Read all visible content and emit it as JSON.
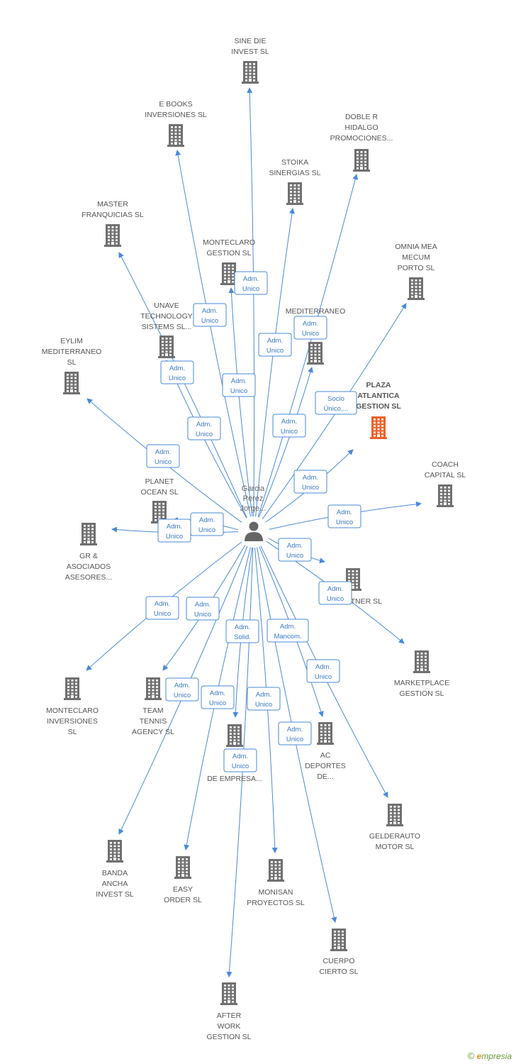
{
  "colors": {
    "edge": "#4a8ad6",
    "node": "#707070",
    "highlight": "#f0602a",
    "role_border": "#4a8ad6",
    "role_text": "#3a78c4",
    "label": "#555555"
  },
  "center": {
    "label_lines": [
      "Garcia",
      "Perez",
      "Jorge..."
    ],
    "icon": "person-icon"
  },
  "nodes": [
    {
      "id": "sine-die",
      "lines": [
        "SINE DIE",
        "INVEST SL"
      ],
      "highlight": false
    },
    {
      "id": "e-books",
      "lines": [
        "E BOOKS",
        "INVERSIONES SL"
      ],
      "highlight": false
    },
    {
      "id": "doble-r",
      "lines": [
        "DOBLE R",
        "HIDALGO",
        "PROMOCIONES..."
      ],
      "highlight": false
    },
    {
      "id": "stoika",
      "lines": [
        "STOIKA",
        "SINERGIAS SL"
      ],
      "highlight": false
    },
    {
      "id": "master",
      "lines": [
        "MASTER",
        "FRANQUICIAS SL"
      ],
      "highlight": false
    },
    {
      "id": "monteclaro-gestion",
      "lines": [
        "MONTECLARO",
        "GESTION  SL"
      ],
      "highlight": false
    },
    {
      "id": "omnia",
      "lines": [
        "OMNIA MEA",
        "MECUM",
        "PORTO SL"
      ],
      "highlight": false
    },
    {
      "id": "unave",
      "lines": [
        "UNAVE",
        "TECHNOLOGY",
        "SISTEMS SL..."
      ],
      "highlight": false
    },
    {
      "id": "mediterraneo",
      "lines": [
        "MEDITERRANEO",
        "...",
        "...L"
      ],
      "highlight": false
    },
    {
      "id": "eylim",
      "lines": [
        "EYLIM",
        "MEDITERRANEO",
        "SL"
      ],
      "highlight": false
    },
    {
      "id": "plaza",
      "lines": [
        "PLAZA",
        "ATLANTICA",
        "GESTION  SL"
      ],
      "highlight": true
    },
    {
      "id": "coach",
      "lines": [
        "COACH",
        "CAPITAL  SL"
      ],
      "highlight": false
    },
    {
      "id": "planet",
      "lines": [
        "PLANET",
        "OCEAN SL"
      ],
      "highlight": false
    },
    {
      "id": "gr",
      "lines": [
        "GR &",
        "ASOCIADOS",
        "ASESORES..."
      ],
      "highlight": false
    },
    {
      "id": "t-partner",
      "lines": [
        "T... PARTNER SL"
      ],
      "highlight": false
    },
    {
      "id": "marketplace",
      "lines": [
        "MARKETPLACE",
        "GESTION SL"
      ],
      "highlight": false
    },
    {
      "id": "monteclaro-inv",
      "lines": [
        "MONTECLARO",
        "INVERSIONES",
        "SL"
      ],
      "highlight": false
    },
    {
      "id": "team",
      "lines": [
        "TEAM",
        "TENNIS",
        "AGENCY  SL"
      ],
      "highlight": false
    },
    {
      "id": "ga",
      "lines": [
        "GA...",
        "AS...",
        "DE EMPRESA..."
      ],
      "highlight": false
    },
    {
      "id": "ac",
      "lines": [
        "AC",
        "DEPORTES",
        "DE..."
      ],
      "highlight": false
    },
    {
      "id": "gelder",
      "lines": [
        "GELDERAUTO",
        "MOTOR SL"
      ],
      "highlight": false
    },
    {
      "id": "banda",
      "lines": [
        "BANDA",
        "ANCHA",
        "INVEST SL"
      ],
      "highlight": false
    },
    {
      "id": "easy",
      "lines": [
        "EASY",
        "ORDER SL"
      ],
      "highlight": false
    },
    {
      "id": "monisan",
      "lines": [
        "MONISAN",
        "PROYECTOS SL"
      ],
      "highlight": false
    },
    {
      "id": "cuerpo",
      "lines": [
        "CUERPO",
        "CIERTO SL"
      ],
      "highlight": false
    },
    {
      "id": "after",
      "lines": [
        "AFTER",
        "WORK",
        "GESTION SL"
      ],
      "highlight": false
    }
  ],
  "roles": [
    {
      "target": "sine-die",
      "lines": [
        "Adm.",
        "Unico"
      ]
    },
    {
      "target": "e-books",
      "lines": [
        "Adm.",
        "Unico"
      ]
    },
    {
      "target": "doble-r",
      "lines": [
        "Adm.",
        "Unico"
      ]
    },
    {
      "target": "stoika",
      "lines": [
        "Adm.",
        "Unico"
      ]
    },
    {
      "target": "master",
      "lines": [
        "Adm.",
        "Unico"
      ]
    },
    {
      "target": "monteclaro-gestion",
      "lines": [
        "Adm.",
        "Unico"
      ]
    },
    {
      "target": "omnia",
      "lines": [
        "Adm.",
        "Unico"
      ]
    },
    {
      "target": "unave",
      "lines": [
        "Adm.",
        "Unico"
      ]
    },
    {
      "target": "mediterraneo",
      "lines": [
        "Adm.",
        "Unico"
      ]
    },
    {
      "target": "eylim",
      "lines": [
        "Adm.",
        "Unico"
      ]
    },
    {
      "target": "plaza",
      "lines": [
        "Socio",
        "Único,..."
      ]
    },
    {
      "target": "plaza",
      "lines": [
        "Adm.",
        "Unico"
      ]
    },
    {
      "target": "coach",
      "lines": [
        "Adm.",
        "Unico"
      ]
    },
    {
      "target": "planet",
      "lines": [
        "Adm.",
        "Unico"
      ]
    },
    {
      "target": "gr",
      "lines": [
        "Adm.",
        "Unico"
      ]
    },
    {
      "target": "t-partner",
      "lines": [
        "Adm.",
        "Unico"
      ]
    },
    {
      "target": "marketplace",
      "lines": [
        "Adm.",
        "Unico"
      ]
    },
    {
      "target": "monteclaro-inv",
      "lines": [
        "Adm.",
        "Unico"
      ]
    },
    {
      "target": "team",
      "lines": [
        "Adm.",
        "Unico"
      ]
    },
    {
      "target": "ga",
      "lines": [
        "Adm.",
        "Solid."
      ]
    },
    {
      "target": "ac",
      "lines": [
        "Adm.",
        "Mancom."
      ]
    },
    {
      "target": "gelder",
      "lines": [
        "Adm.",
        "Unico"
      ]
    },
    {
      "target": "banda",
      "lines": [
        "Adm.",
        "Unico"
      ]
    },
    {
      "target": "easy",
      "lines": [
        "Adm.",
        "Unico"
      ]
    },
    {
      "target": "monisan",
      "lines": [
        "Adm.",
        "Unico"
      ]
    },
    {
      "target": "cuerpo",
      "lines": [
        "Adm.",
        "Unico"
      ]
    },
    {
      "target": "after",
      "lines": [
        "Adm.",
        "Unico"
      ]
    }
  ],
  "brand": {
    "symbol": "©",
    "initial": "e",
    "rest": "mpresia"
  }
}
